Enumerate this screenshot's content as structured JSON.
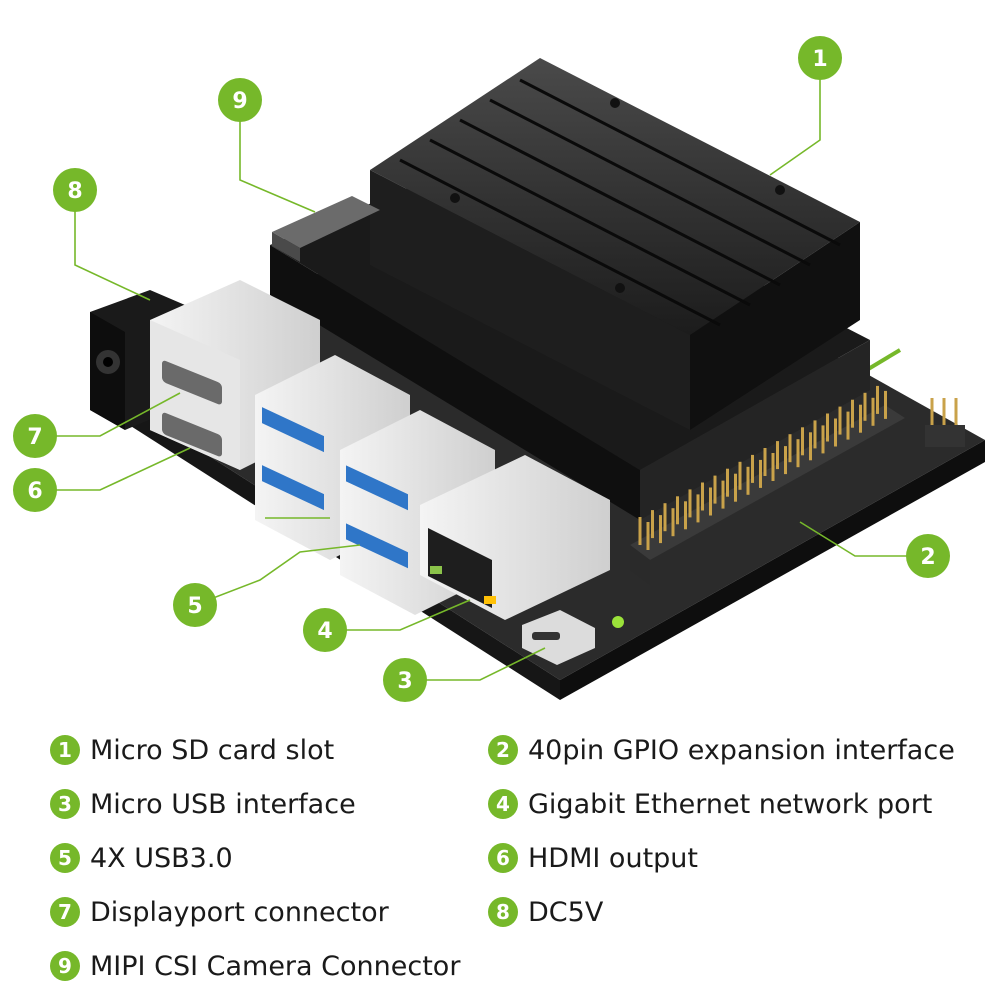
{
  "accent_color": "#76b82a",
  "callouts": [
    {
      "number": "1",
      "label": "Micro SD card slot"
    },
    {
      "number": "2",
      "label": "40pin GPIO expansion interface"
    },
    {
      "number": "3",
      "label": "Micro USB interface"
    },
    {
      "number": "4",
      "label": "Gigabit Ethernet network port"
    },
    {
      "number": "5",
      "label": "4X USB3.0"
    },
    {
      "number": "6",
      "label": "HDMI output"
    },
    {
      "number": "7",
      "label": "Displayport connector"
    },
    {
      "number": "8",
      "label": "DC5V"
    },
    {
      "number": "9",
      "label": "MIPI CSI Camera Connector"
    }
  ]
}
